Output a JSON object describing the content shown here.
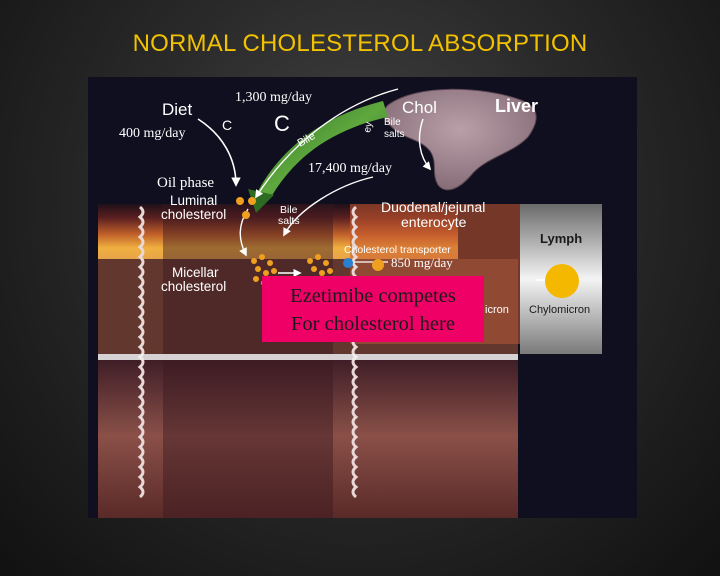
{
  "slide": {
    "title": "NORMAL CHOLESTEROL ABSORPTION"
  },
  "diagram": {
    "labels": {
      "diet": "Diet",
      "chol": "Chol",
      "liver": "Liver",
      "c_small": "C",
      "c_large": "C",
      "bile_arrow": "Bile",
      "bile_salts_top": [
        "Bile",
        "salts"
      ],
      "partial_word": "ey",
      "luminal": [
        "Luminal",
        "cholesterol"
      ],
      "bile_salts_lumen": [
        "Bile",
        "salts"
      ],
      "enterocyte": [
        "Duodenal/jejunal",
        "enterocyte"
      ],
      "micellar": [
        "Micellar",
        "cholesterol"
      ],
      "transporter": "Cholesterol transporter",
      "lymph": "Lymph",
      "chylomicron": "Chylomicron",
      "chylomicron_partial": "icron"
    },
    "overlays": {
      "rate_1300": "1,300 mg/day",
      "rate_400": "400 mg/day",
      "oil_phase": "Oil phase",
      "rate_17400": "17,400 mg/day",
      "rate_850": "850 mg/day"
    },
    "callout": [
      "Ezetimibe competes",
      "For cholesterol here"
    ],
    "colors": {
      "title": "#f2c200",
      "callout": "#ee0066",
      "bile_arrow": "#3a8a2a",
      "cholesterol_dot": "#f0a020",
      "transporter_dot": "#2a7fd0",
      "chylomicron": "#f5b800"
    }
  }
}
